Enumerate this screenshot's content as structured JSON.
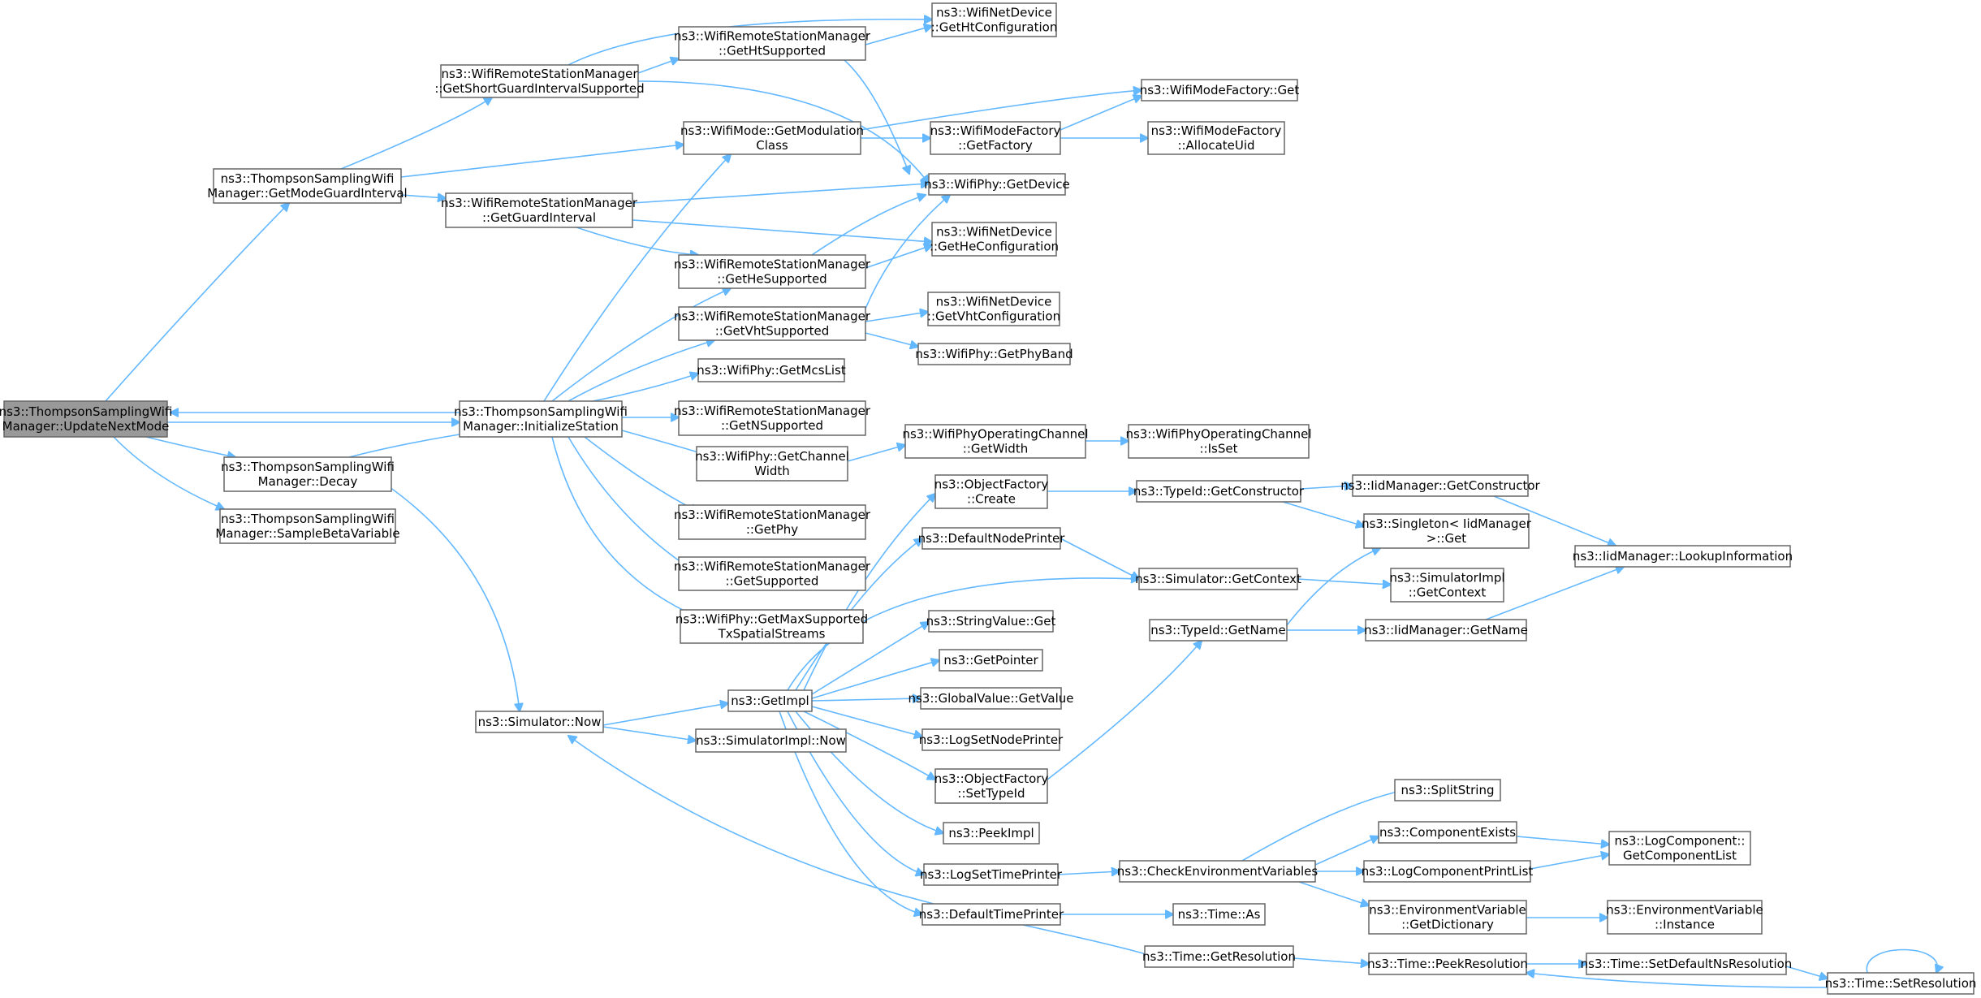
{
  "nodes": [
    {
      "id": "root",
      "lines": [
        "ns3::ThompsonSamplingWifi",
        "Manager::UpdateNextMode"
      ],
      "root": true
    },
    {
      "id": "gmgi",
      "lines": [
        "ns3::ThompsonSamplingWifi",
        "Manager::GetModeGuardInterval"
      ]
    },
    {
      "id": "decay",
      "lines": [
        "ns3::ThompsonSamplingWifi",
        "Manager::Decay"
      ]
    },
    {
      "id": "sbv",
      "lines": [
        "ns3::ThompsonSamplingWifi",
        "Manager::SampleBetaVariable"
      ]
    },
    {
      "id": "init",
      "lines": [
        "ns3::ThompsonSamplingWifi",
        "Manager::InitializeStation"
      ]
    },
    {
      "id": "sgis",
      "lines": [
        "ns3::WifiRemoteStationManager",
        "::GetShortGuardIntervalSupported"
      ]
    },
    {
      "id": "ggi",
      "lines": [
        "ns3::WifiRemoteStationManager",
        "::GetGuardInterval"
      ]
    },
    {
      "id": "simnow",
      "lines": [
        "ns3::Simulator::Now"
      ]
    },
    {
      "id": "ghts",
      "lines": [
        "ns3::WifiRemoteStationManager",
        "::GetHtSupported"
      ]
    },
    {
      "id": "wmgmc",
      "lines": [
        "ns3::WifiMode::GetModulation",
        "Class"
      ]
    },
    {
      "id": "ghes",
      "lines": [
        "ns3::WifiRemoteStationManager",
        "::GetHeSupported"
      ]
    },
    {
      "id": "gvhts",
      "lines": [
        "ns3::WifiRemoteStationManager",
        "::GetVhtSupported"
      ]
    },
    {
      "id": "gmcs",
      "lines": [
        "ns3::WifiPhy::GetMcsList"
      ]
    },
    {
      "id": "gns",
      "lines": [
        "ns3::WifiRemoteStationManager",
        "::GetNSupported"
      ]
    },
    {
      "id": "gcw",
      "lines": [
        "ns3::WifiPhy::GetChannel",
        "Width"
      ]
    },
    {
      "id": "gphy",
      "lines": [
        "ns3::WifiRemoteStationManager",
        "::GetPhy"
      ]
    },
    {
      "id": "gsup",
      "lines": [
        "ns3::WifiRemoteStationManager",
        "::GetSupported"
      ]
    },
    {
      "id": "gmss",
      "lines": [
        "ns3::WifiPhy::GetMaxSupported",
        "TxSpatialStreams"
      ]
    },
    {
      "id": "getimpl",
      "lines": [
        "ns3::GetImpl"
      ]
    },
    {
      "id": "siminow",
      "lines": [
        "ns3::SimulatorImpl::Now"
      ]
    },
    {
      "id": "ghtc",
      "lines": [
        "ns3::WifiNetDevice",
        "::GetHtConfiguration"
      ]
    },
    {
      "id": "wmfgf",
      "lines": [
        "ns3::WifiModeFactory",
        "::GetFactory"
      ]
    },
    {
      "id": "wpgd",
      "lines": [
        "ns3::WifiPhy::GetDevice"
      ]
    },
    {
      "id": "ghec",
      "lines": [
        "ns3::WifiNetDevice",
        "::GetHeConfiguration"
      ]
    },
    {
      "id": "gvhtc",
      "lines": [
        "ns3::WifiNetDevice",
        "::GetVhtConfiguration"
      ]
    },
    {
      "id": "gpb",
      "lines": [
        "ns3::WifiPhy::GetPhyBand"
      ]
    },
    {
      "id": "wpocgw",
      "lines": [
        "ns3::WifiPhyOperatingChannel",
        "::GetWidth"
      ]
    },
    {
      "id": "ofc",
      "lines": [
        "ns3::ObjectFactory",
        "::Create"
      ]
    },
    {
      "id": "dnp",
      "lines": [
        "ns3::DefaultNodePrinter"
      ]
    },
    {
      "id": "svg",
      "lines": [
        "ns3::StringValue::Get"
      ]
    },
    {
      "id": "gp",
      "lines": [
        "ns3::GetPointer"
      ]
    },
    {
      "id": "gvgv",
      "lines": [
        "ns3::GlobalValue::GetValue"
      ]
    },
    {
      "id": "lsnp",
      "lines": [
        "ns3::LogSetNodePrinter"
      ]
    },
    {
      "id": "ofst",
      "lines": [
        "ns3::ObjectFactory",
        "::SetTypeId"
      ]
    },
    {
      "id": "peek",
      "lines": [
        "ns3::PeekImpl"
      ]
    },
    {
      "id": "lstp",
      "lines": [
        "ns3::LogSetTimePrinter"
      ]
    },
    {
      "id": "dtp",
      "lines": [
        "ns3::DefaultTimePrinter"
      ]
    },
    {
      "id": "wmfget",
      "lines": [
        "ns3::WifiModeFactory::Get"
      ]
    },
    {
      "id": "wmfau",
      "lines": [
        "ns3::WifiModeFactory",
        "::AllocateUid"
      ]
    },
    {
      "id": "wpocis",
      "lines": [
        "ns3::WifiPhyOperatingChannel",
        "::IsSet"
      ]
    },
    {
      "id": "tgc",
      "lines": [
        "ns3::TypeId::GetConstructor"
      ]
    },
    {
      "id": "sgc",
      "lines": [
        "ns3::Simulator::GetContext"
      ]
    },
    {
      "id": "tgn",
      "lines": [
        "ns3::TypeId::GetName"
      ]
    },
    {
      "id": "cev",
      "lines": [
        "ns3::CheckEnvironmentVariables"
      ]
    },
    {
      "id": "tas",
      "lines": [
        "ns3::Time::As"
      ]
    },
    {
      "id": "tgr",
      "lines": [
        "ns3::Time::GetResolution"
      ]
    },
    {
      "id": "imgc",
      "lines": [
        "ns3::IidManager::GetConstructor"
      ]
    },
    {
      "id": "sing",
      "lines": [
        "ns3::Singleton< IidManager",
        ">::Get"
      ]
    },
    {
      "id": "sigc",
      "lines": [
        "ns3::SimulatorImpl",
        "::GetContext"
      ]
    },
    {
      "id": "imgn",
      "lines": [
        "ns3::IidManager::GetName"
      ]
    },
    {
      "id": "split",
      "lines": [
        "ns3::SplitString"
      ]
    },
    {
      "id": "cex",
      "lines": [
        "ns3::ComponentExists"
      ]
    },
    {
      "id": "lcpl",
      "lines": [
        "ns3::LogComponentPrintList"
      ]
    },
    {
      "id": "evgd",
      "lines": [
        "ns3::EnvironmentVariable",
        "::GetDictionary"
      ]
    },
    {
      "id": "tpr",
      "lines": [
        "ns3::Time::PeekResolution"
      ]
    },
    {
      "id": "imli",
      "lines": [
        "ns3::IidManager::LookupInformation"
      ]
    },
    {
      "id": "lcgcl",
      "lines": [
        "ns3::LogComponent::",
        "GetComponentList"
      ]
    },
    {
      "id": "evi",
      "lines": [
        "ns3::EnvironmentVariable",
        "::Instance"
      ]
    },
    {
      "id": "tsdr",
      "lines": [
        "ns3::Time::SetDefaultNsResolution"
      ]
    },
    {
      "id": "tsr",
      "lines": [
        "ns3::Time::SetResolution"
      ]
    }
  ]
}
